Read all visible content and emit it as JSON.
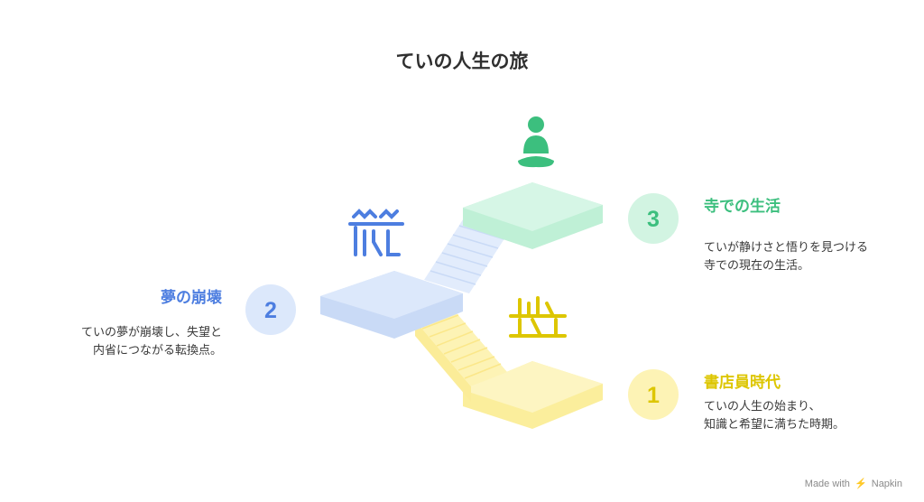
{
  "title": "ていの人生の旅",
  "colors": {
    "stage1": "#ddc600",
    "stage2": "#4d7ee0",
    "stage3": "#3cbf7e",
    "stage1_fill": "#fdf3b5",
    "stage2_fill": "#dce8fb",
    "stage3_fill": "#d6f6e6"
  },
  "stages": [
    {
      "number": "1",
      "title": "書店員時代",
      "description_lines": [
        "ていの人生の始まり、",
        "知識と希望に満ちた時期。"
      ],
      "icon": "bookshelf-icon"
    },
    {
      "number": "2",
      "title": "夢の崩壊",
      "description_lines": [
        "ていの夢が崩壊し、失望と",
        "内省につながる転換点。"
      ],
      "icon": "collapsed-building-icon"
    },
    {
      "number": "3",
      "title": "寺での生活",
      "description_lines": [
        "ていが静けさと悟りを見つける",
        "寺での現在の生活。"
      ],
      "icon": "meditation-icon"
    }
  ],
  "footer": {
    "made_with": "Made with",
    "brand": "Napkin"
  }
}
